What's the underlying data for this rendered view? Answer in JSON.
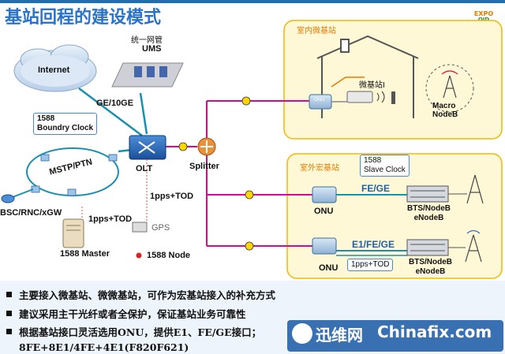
{
  "title": "基站回程的建设模式",
  "logo": {
    "expo": "EXPO",
    "sub": "OID"
  },
  "left": {
    "cloud": "Internet",
    "ums_cn": "统一网管",
    "ums": "UMS",
    "link_ge": "GE/10GE",
    "boundary_clock": [
      "1588",
      "Boundry Clock"
    ],
    "ring": "MSTP/PTN",
    "bsc": "BSC/RNC/xGW",
    "olt": "OLT",
    "splitter": "Splitter",
    "tod_right": "1pps+TOD",
    "tod_left": "1pps+TOD",
    "gps": "GPS",
    "master": "1588 Master",
    "node": "1588 Node"
  },
  "indoor": {
    "title": "室内微基站",
    "station": "微基站I",
    "onu": "ONU",
    "macro": [
      "Macro",
      "NodeB"
    ]
  },
  "outdoor": {
    "title": "室外宏基站",
    "slave_clock": [
      "1588",
      "Slave Clock"
    ],
    "link1": "FE/GE",
    "onu1": "ONU",
    "bts1": [
      "BTS/NodeB",
      "eNodeB"
    ],
    "link2": "E1/FE/GE",
    "tod": "1pps+TOD",
    "onu2": "ONU",
    "bts2": [
      "BTS/NodeB",
      "eNodeB"
    ]
  },
  "bullets": [
    "主要接入微基站、微微基站，可作为宏基站接入的补充方式",
    "建议采用主干光纤或者全保护，保证基站业务可靠性",
    "根据基站接口灵活选用ONU，提供E1、FE/GE接口；"
  ],
  "bullet_line2": "8FE+8E1/4FE+4E1(F820F621)",
  "watermark": {
    "cn": "迅维网",
    "en": "Chinafix.com"
  },
  "colors": {
    "title": "#2a73c6",
    "fiber": "#d10a9e",
    "panel": "#fff8d6",
    "panel_border": "#f2b705"
  }
}
